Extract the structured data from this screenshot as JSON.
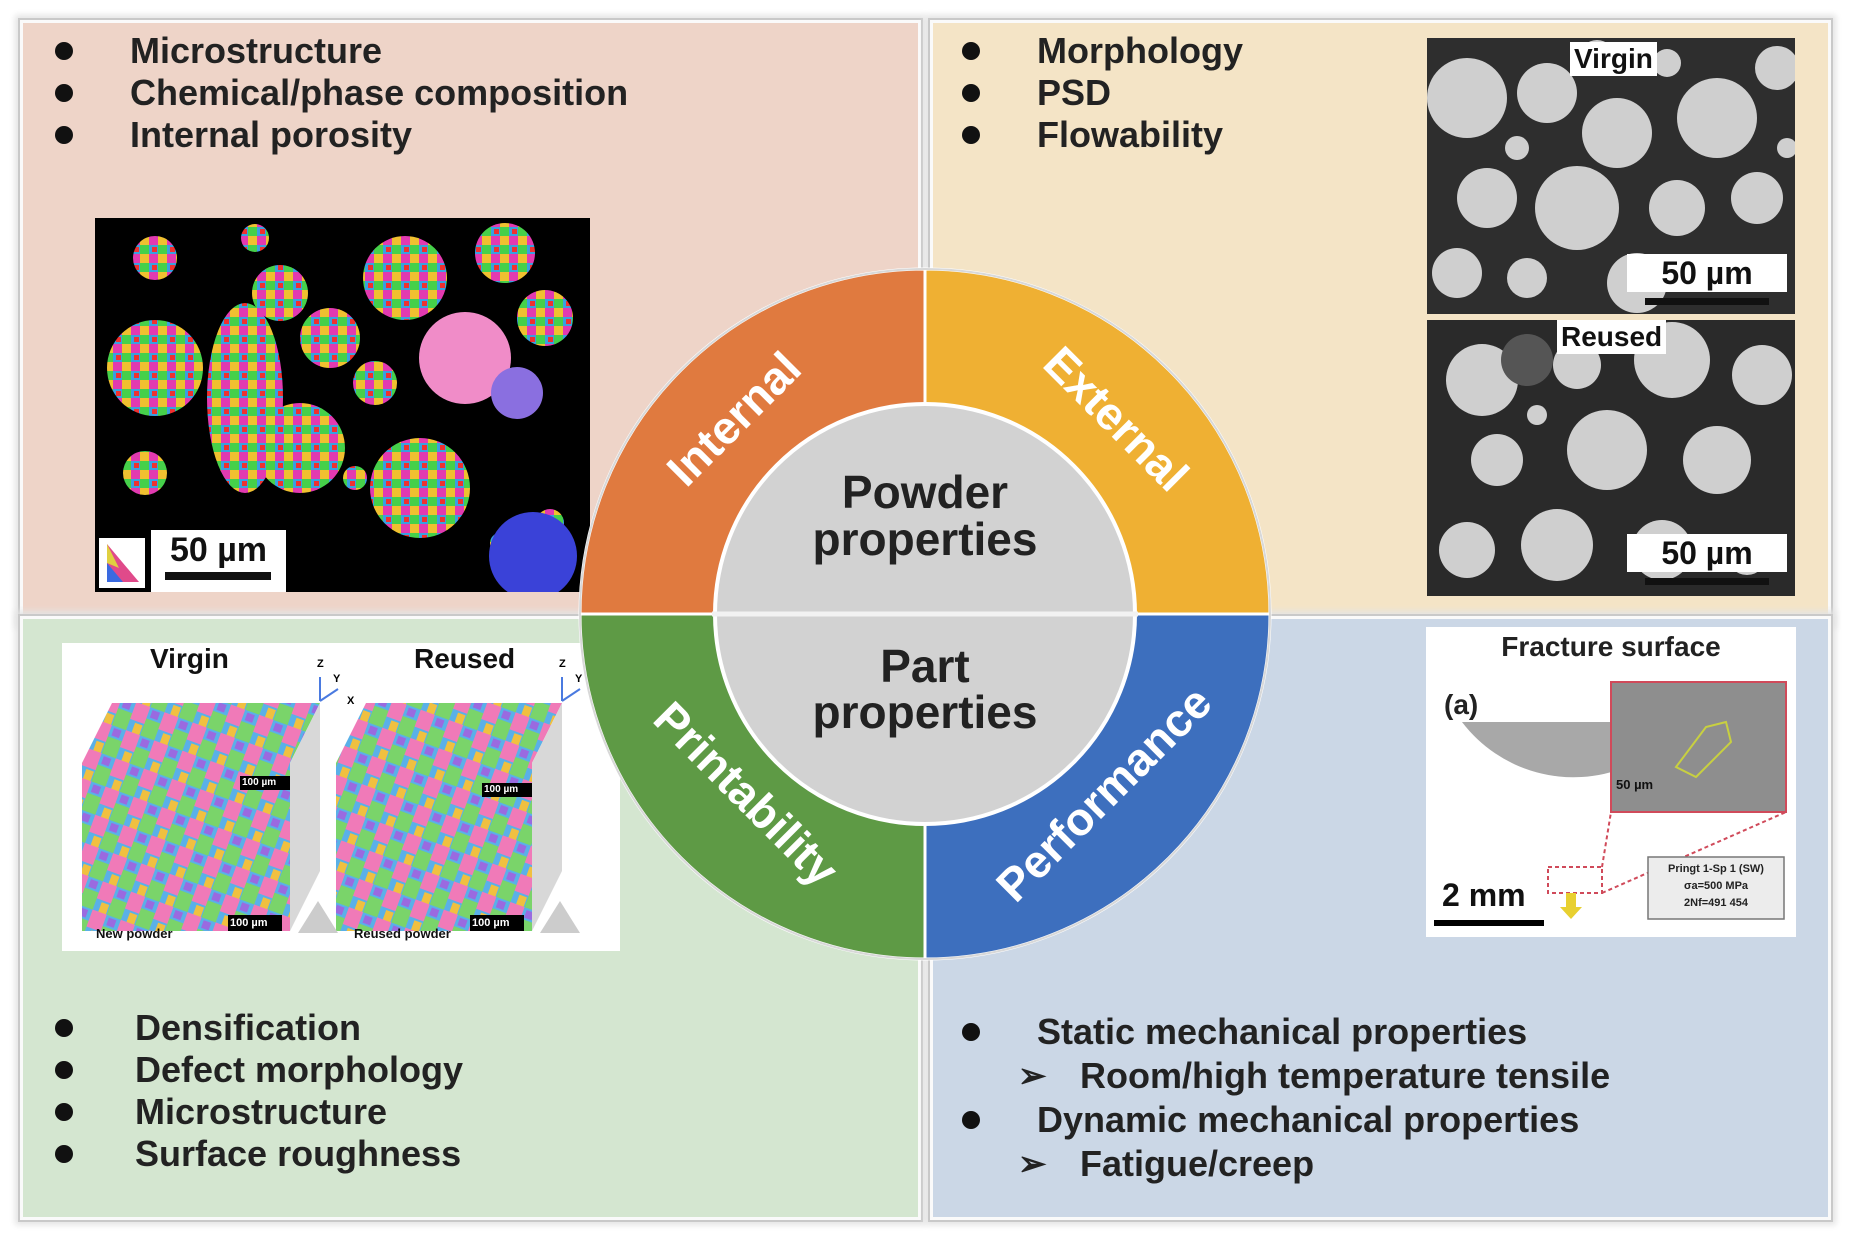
{
  "center": {
    "top_line1": "Powder",
    "top_line2": "properties",
    "bottom_line1": "Part",
    "bottom_line2": "properties"
  },
  "ring": {
    "internal": {
      "label": "Internal",
      "color": "#e07a3f"
    },
    "external": {
      "label": "External",
      "color": "#efb033"
    },
    "printability": {
      "label": "Printability",
      "color": "#5e9a45"
    },
    "performance": {
      "label": "Performance",
      "color": "#3d6fbe"
    }
  },
  "top_left": {
    "bullets": [
      "Microstructure",
      "Chemical/phase composition",
      "Internal porosity"
    ],
    "image": {
      "scale_label": "50 µm"
    }
  },
  "top_right": {
    "bullets": [
      "Morphology",
      "PSD",
      "Flowability"
    ],
    "image_virgin": {
      "tag": "Virgin",
      "scale_label": "50 µm"
    },
    "image_reused": {
      "tag": "Reused",
      "scale_label": "50 µm"
    }
  },
  "bottom_left": {
    "bullets": [
      "Densification",
      "Defect morphology",
      "Microstructure",
      "Surface roughness"
    ],
    "image": {
      "virgin_label": "Virgin",
      "reused_label": "Reused",
      "new_powder_caption": "New powder",
      "reused_powder_caption": "Reused powder",
      "scale_label": "100 µm",
      "axis_z": "Z",
      "axis_y": "Y",
      "axis_x": "X"
    }
  },
  "bottom_right": {
    "items": [
      {
        "text": "Static mechanical properties",
        "sub": false
      },
      {
        "text": "Room/high temperature tensile",
        "sub": true
      },
      {
        "text": "Dynamic mechanical properties",
        "sub": false
      },
      {
        "text": "Fatigue/creep",
        "sub": true
      }
    ],
    "image": {
      "title": "Fracture surface",
      "panel_label": "(a)",
      "inset_scale": "50 µm",
      "scale_label": "2 mm",
      "info_line1": "Pringt 1-Sp 1 (SW)",
      "info_line2": "σa=500 MPa",
      "info_line3": "2Nf=491 454"
    }
  }
}
